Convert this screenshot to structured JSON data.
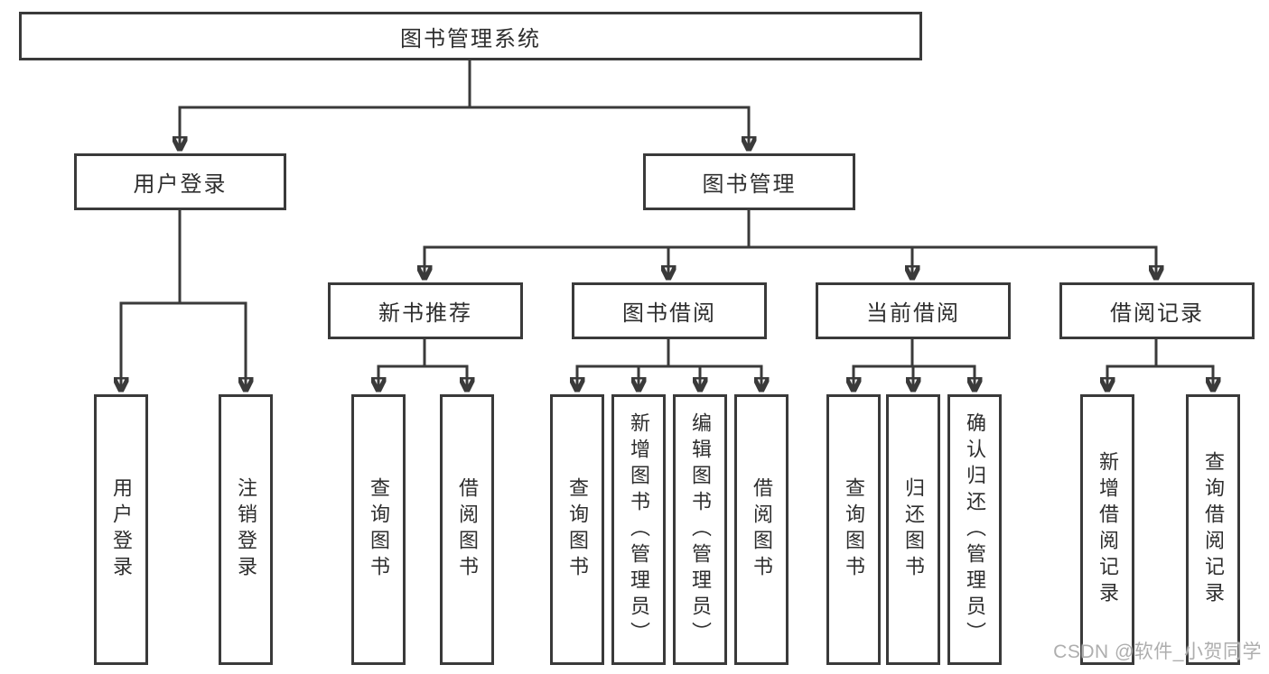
{
  "colors": {
    "background": "#ffffff",
    "line": "#3a3a3a",
    "box_border": "#3a3a3a",
    "text": "#2e2e2e",
    "watermark": "#aeaeae"
  },
  "tree": {
    "root": "图书管理系统",
    "branches": [
      {
        "label": "用户登录",
        "children": [
          "用户登录",
          "注销登录"
        ]
      },
      {
        "label": "图书管理",
        "groups": [
          {
            "label": "新书推荐",
            "children": [
              "查询图书",
              "借阅图书"
            ]
          },
          {
            "label": "图书借阅",
            "children": [
              "查询图书",
              "新增图书（管理员）",
              "编辑图书（管理员）",
              "借阅图书"
            ]
          },
          {
            "label": "当前借阅",
            "children": [
              "查询图书",
              "归还图书",
              "确认归还（管理员）"
            ]
          },
          {
            "label": "借阅记录",
            "children": [
              "新增借阅记录",
              "查询借阅记录"
            ]
          }
        ]
      }
    ]
  },
  "watermark": {
    "text": "CSDN @软件_小贺同学"
  }
}
